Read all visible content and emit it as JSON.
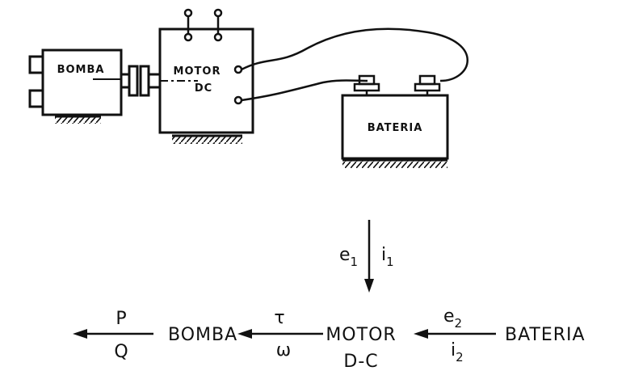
{
  "illustration": {
    "pump_label": "BOMBA",
    "motor_label_line1": "MOTOR",
    "motor_label_line2": "DC",
    "battery_label": "BATERIA"
  },
  "flow": {
    "battery": "BATERIA",
    "motor_line1": "MOTOR",
    "motor_line2": "D-C",
    "pump": "BOMBA",
    "input_e": "e",
    "input_e_sub": "1",
    "input_i": "i",
    "input_i_sub": "1",
    "battery_e": "e",
    "battery_e_sub": "2",
    "battery_i": "i",
    "battery_i_sub": "2",
    "torque": "τ",
    "omega": "ω",
    "pressure": "P",
    "flowrate": "Q"
  }
}
